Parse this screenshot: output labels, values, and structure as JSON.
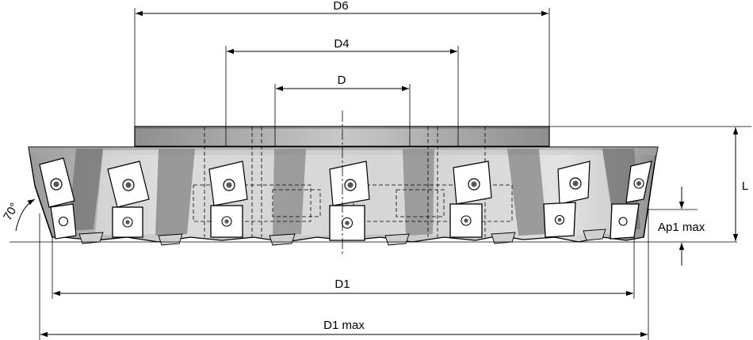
{
  "drawing": {
    "subject": "",
    "dimensions": {
      "d6": "D6",
      "d4": "D4",
      "d": "D",
      "d1": "D1",
      "d1_max": "D1 max",
      "l": "L",
      "ap1_max": "Ap1 max",
      "angle": "70°"
    }
  },
  "colors": {
    "body_light": "#d4d4d4",
    "body_mid": "#a8a8a8",
    "body_dark": "#6e6e6e",
    "insert": "#ffffff",
    "line": "#000000"
  }
}
